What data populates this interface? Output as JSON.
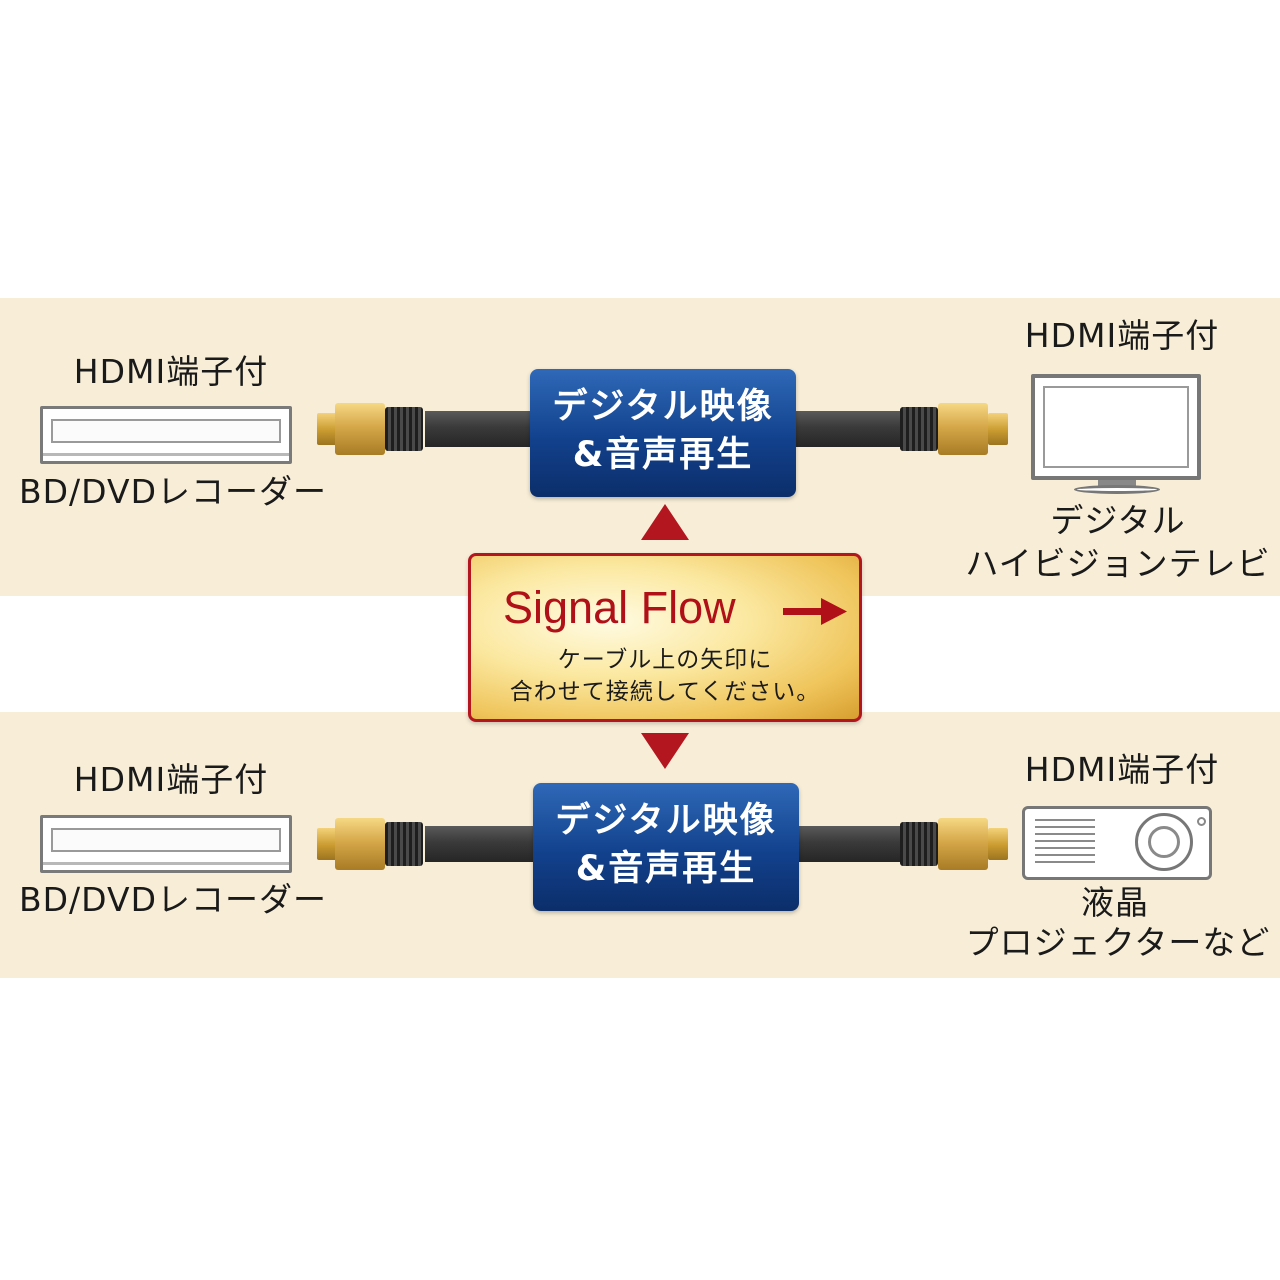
{
  "colors": {
    "band": "#f8eed8",
    "blue_box": "#12418c",
    "signal_border": "#b3161e",
    "signal_text": "#b01018",
    "gold": "#d6a84a"
  },
  "top": {
    "source_hdmi": "HDMI端子付",
    "source_device": "BD/DVDレコーダー",
    "playback_line1": "デジタル映像",
    "playback_line2": "&音声再生",
    "sink_hdmi": "HDMI端子付",
    "sink_device_line1": "デジタル",
    "sink_device_line2": "ハイビジョンテレビ"
  },
  "bottom": {
    "source_hdmi": "HDMI端子付",
    "source_device": "BD/DVDレコーダー",
    "playback_line1": "デジタル映像",
    "playback_line2": "&音声再生",
    "sink_hdmi": "HDMI端子付",
    "sink_device_line1": "液晶",
    "sink_device_line2": "プロジェクターなど"
  },
  "signal": {
    "title": "Signal Flow",
    "note_line1": "ケーブル上の矢印に",
    "note_line2": "合わせて接続してください。"
  },
  "icons": {
    "recorder": "bd-recorder-icon",
    "tv": "television-icon",
    "projector": "projector-icon",
    "arrow": "arrow-right-icon"
  }
}
